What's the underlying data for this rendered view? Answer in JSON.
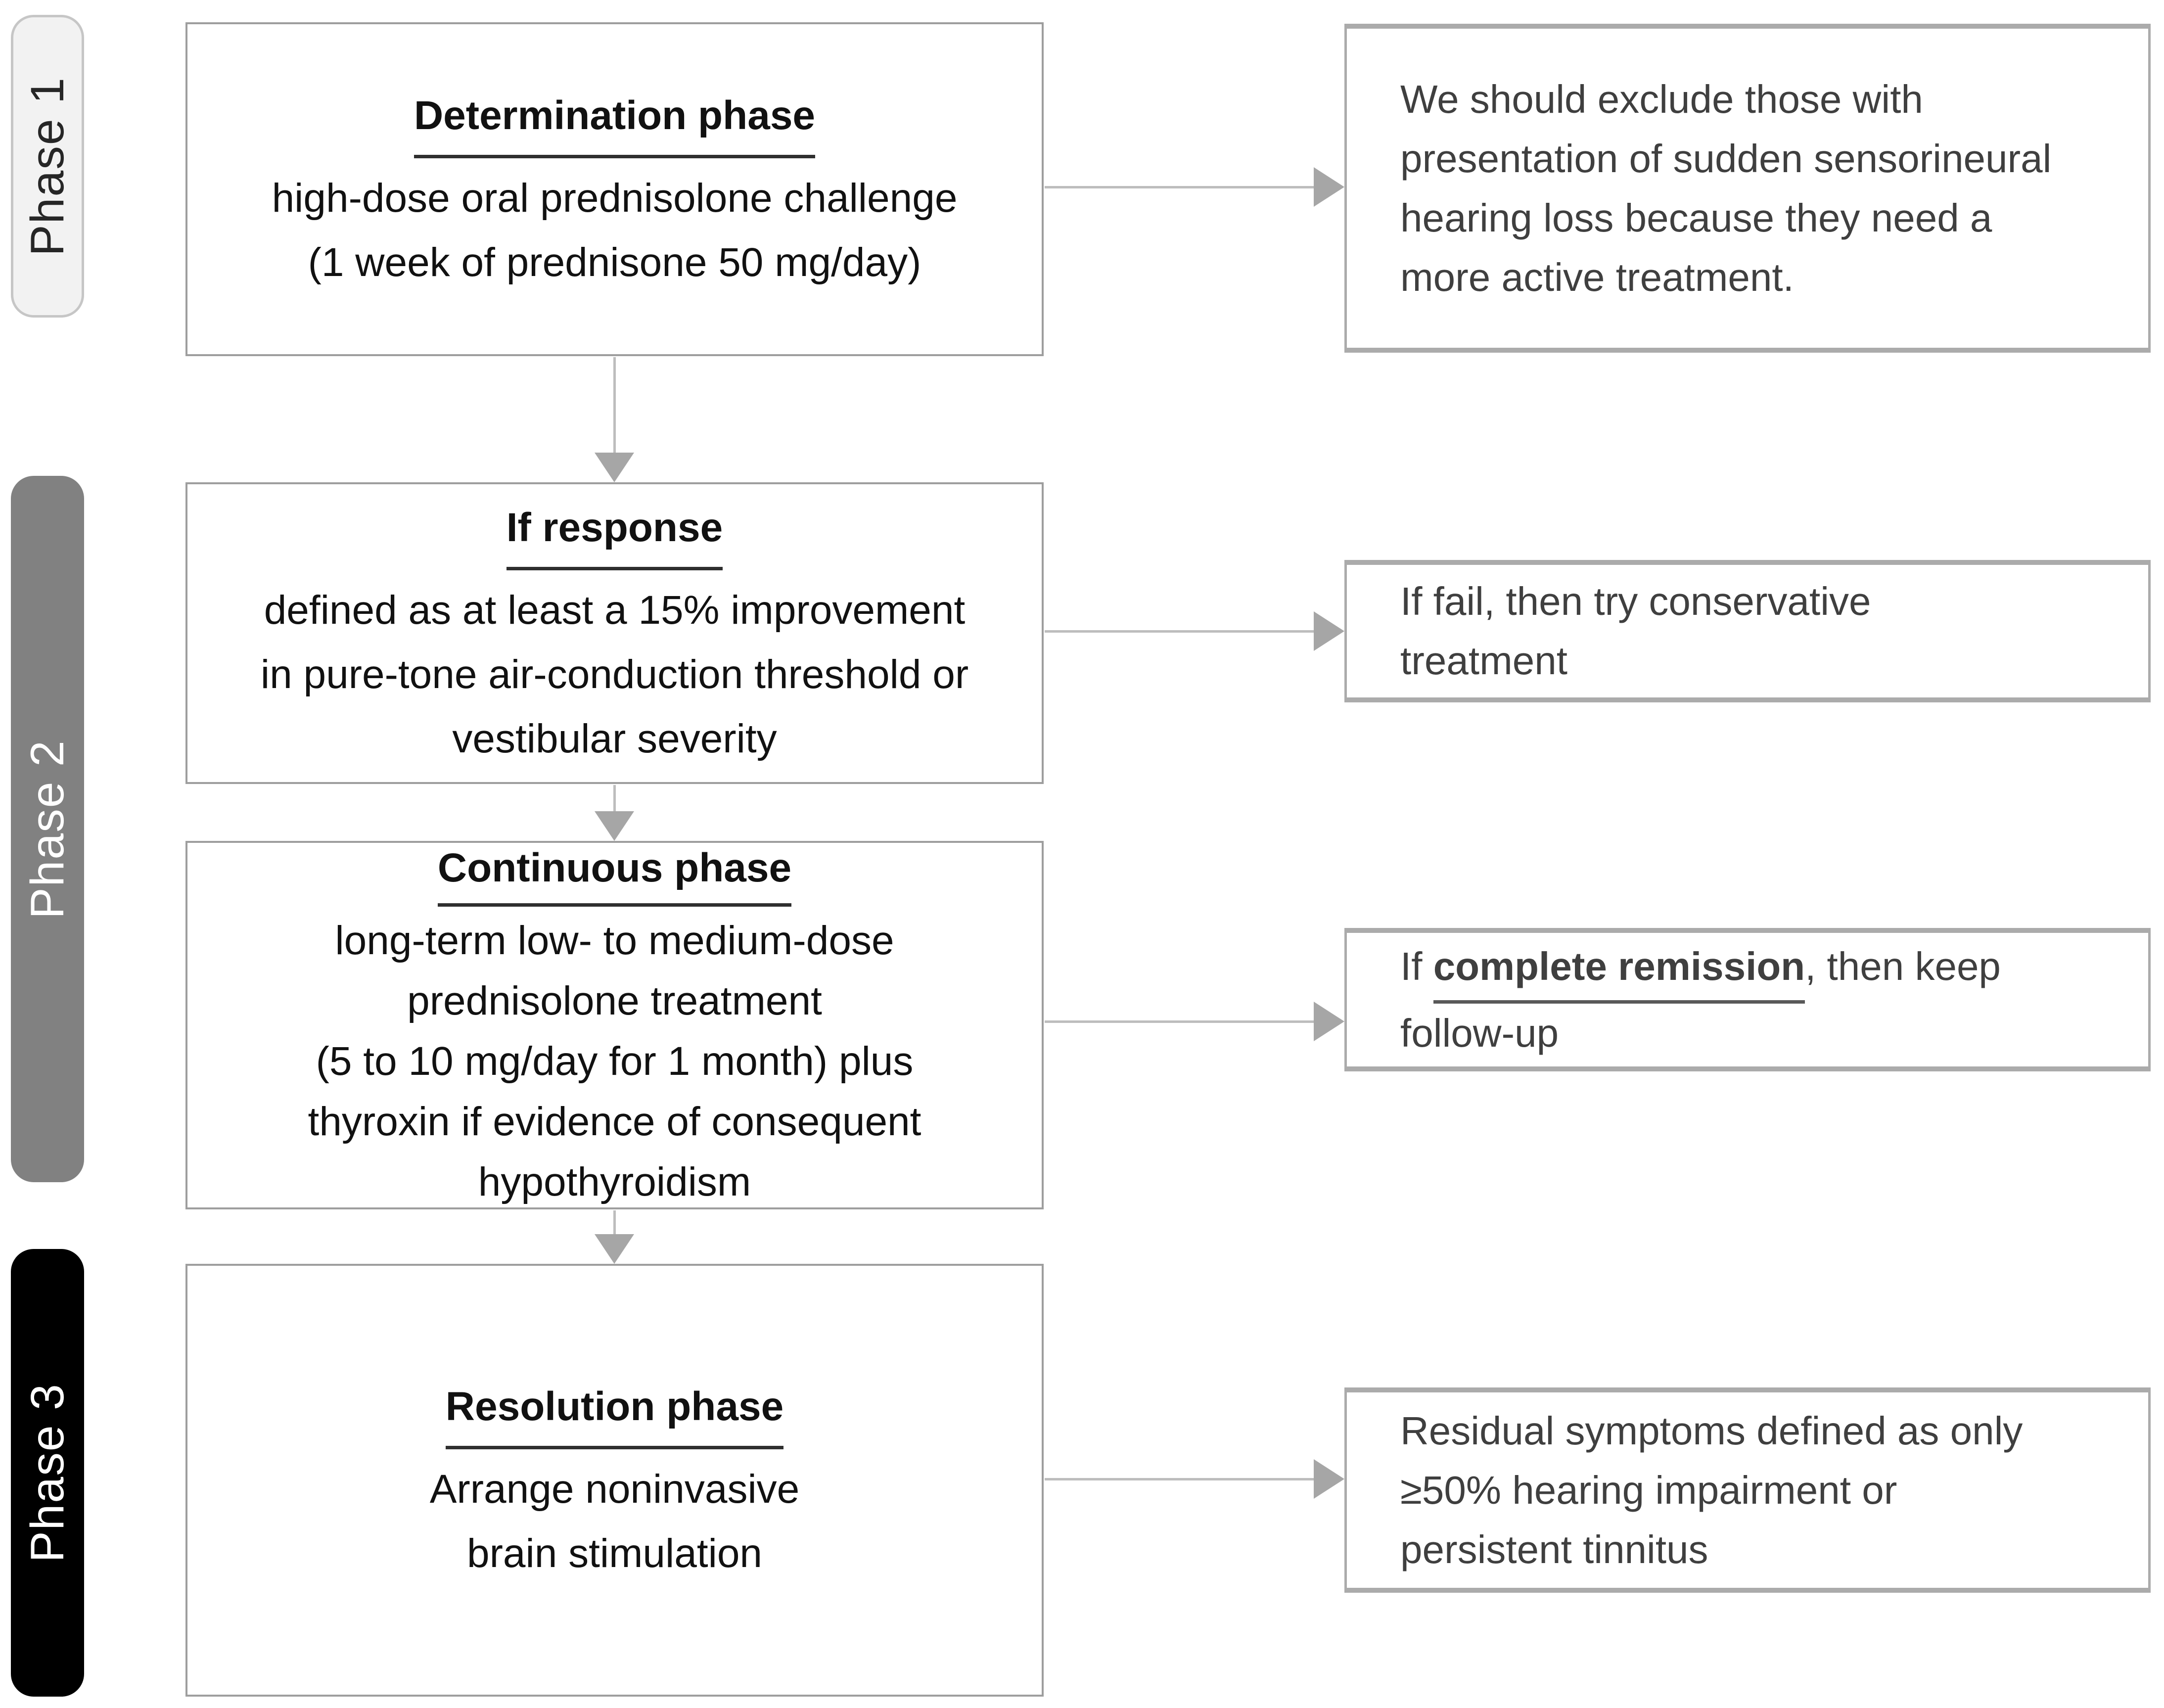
{
  "diagram": {
    "phases": [
      {
        "label": "Phase 1"
      },
      {
        "label": "Phase 2"
      },
      {
        "label": "Phase 3"
      }
    ],
    "flow": [
      {
        "title": "Determination phase",
        "lines": [
          "high-dose oral prednisolone challenge",
          "(1 week of prednisone 50 mg/day)"
        ]
      },
      {
        "title": "If response",
        "lines": [
          "defined as at least a 15% improvement",
          "in pure-tone air-conduction threshold or",
          "vestibular severity"
        ]
      },
      {
        "title": "Continuous phase",
        "lines": [
          "long-term low- to medium-dose",
          "prednisolone treatment",
          "(5 to 10 mg/day for 1 month) plus",
          "thyroxin if evidence of consequent",
          "hypothyroidism"
        ]
      },
      {
        "title": "Resolution phase",
        "lines": [
          "Arrange noninvasive",
          "brain stimulation"
        ]
      }
    ],
    "notes": [
      {
        "lines": [
          "We should exclude those with",
          "presentation of sudden sensorineural",
          "hearing loss because they need a",
          "more active treatment."
        ]
      },
      {
        "lines": [
          "If fail, then try conservative",
          "treatment"
        ]
      },
      {
        "line1": {
          "prefix": "If ",
          "emphasis": "complete remission",
          "suffix": ", then keep"
        },
        "line2": "follow-up"
      },
      {
        "lines": [
          "Residual symptoms defined as only",
          "≥50% hearing impairment or",
          "persistent tinnitus"
        ]
      }
    ],
    "colors": {
      "phase1_bg": "#f2f2f2",
      "phase2_bg": "#818181",
      "phase3_bg": "#000000",
      "box_border": "#9e9e9e",
      "note_border": "#ababab",
      "box_text": "#111111",
      "note_text": "#3f3f3f",
      "arrow_line": "#bdbdbd",
      "arrow_head": "#a6a6a6"
    }
  }
}
